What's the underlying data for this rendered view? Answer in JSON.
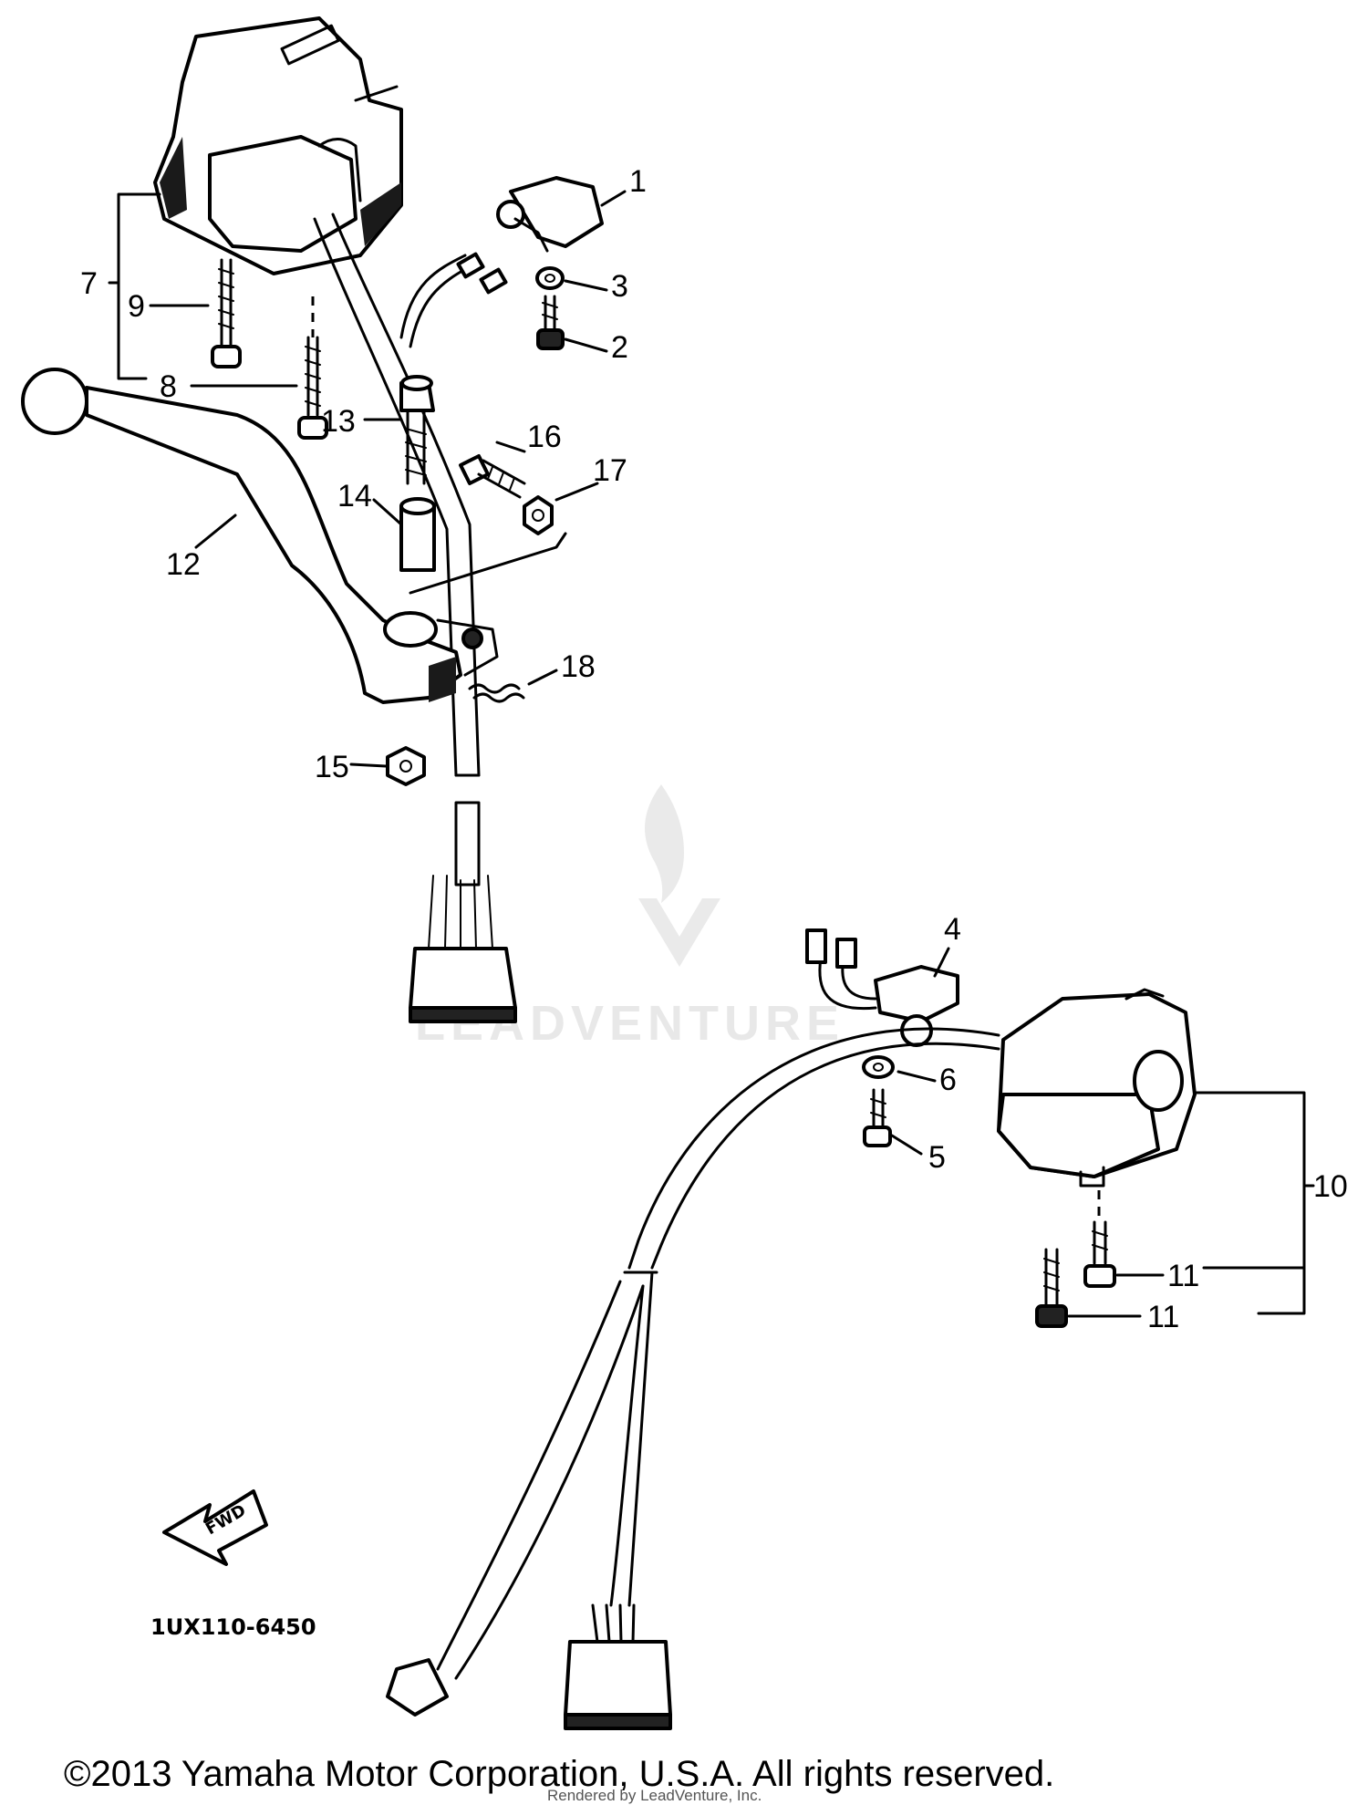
{
  "callouts": {
    "c1": "1",
    "c2": "2",
    "c3": "3",
    "c4": "4",
    "c5": "5",
    "c6": "6",
    "c7": "7",
    "c8": "8",
    "c9": "9",
    "c10": "10",
    "c11a": "11",
    "c11b": "11",
    "c12": "12",
    "c13": "13",
    "c14": "14",
    "c15": "15",
    "c16": "16",
    "c17": "17",
    "c18": "18"
  },
  "direction_label": "FWD",
  "diagram_code": "1UX110-6450",
  "watermark": "LEADVENTURE",
  "copyright": "©2013 Yamaha Motor Corporation, U.S.A. All rights reserved.",
  "rendered_by": "Rendered by LeadVenture, Inc."
}
